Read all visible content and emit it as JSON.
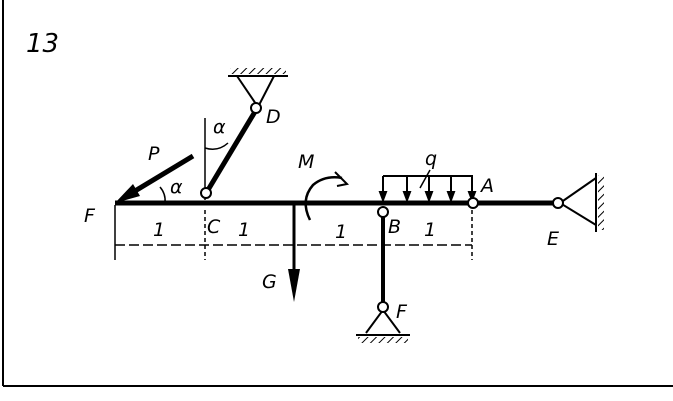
{
  "problem_number": "13",
  "labels": {
    "force_p": "P",
    "angle_p": "α",
    "angle_d": "α",
    "point_d": "D",
    "load_q": "q",
    "moment_m": "M",
    "point_a": "A",
    "point_f_left": "F",
    "point_c": "C",
    "point_b": "B",
    "point_e": "E",
    "force_g": "G",
    "point_f_bottom": "F"
  },
  "dimensions": [
    "1",
    "1",
    "1",
    "1"
  ]
}
